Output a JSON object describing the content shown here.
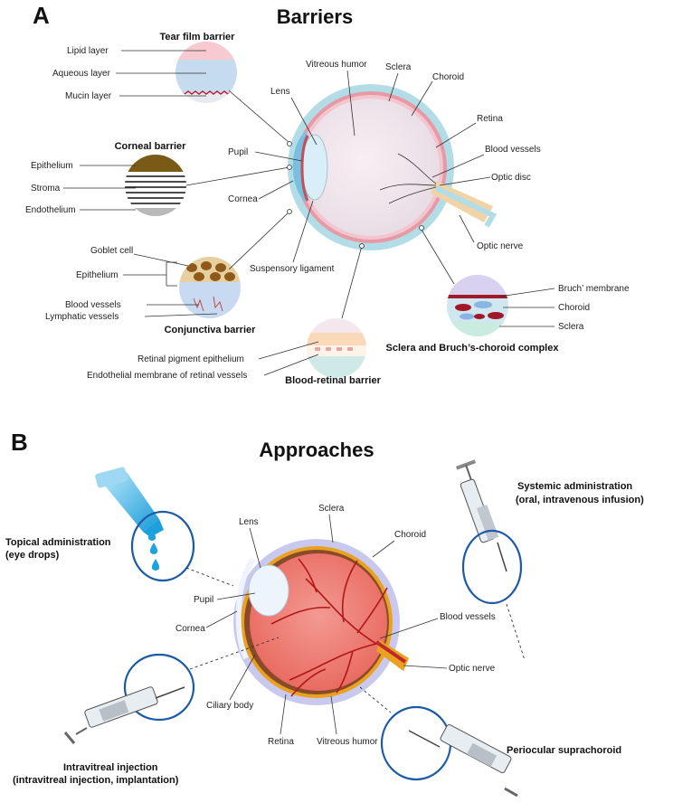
{
  "panel_a": {
    "letter": "A",
    "title": "Barriers",
    "tear_film": {
      "title": "Tear film barrier",
      "labels": [
        "Lipid layer",
        "Aqueous layer",
        "Mucin layer"
      ]
    },
    "corneal": {
      "title": "Corneal barrier",
      "labels": [
        "Epithelium",
        "Stroma",
        "Endothelium"
      ]
    },
    "conjunctiva": {
      "title": "Conjunctiva barrier",
      "labels": [
        "Goblet cell",
        "Epithelium",
        "Blood vessels",
        "Lymphatic vessels"
      ]
    },
    "blood_retinal": {
      "title": "Blood-retinal barrier",
      "labels": [
        "Retinal pigment epithelium",
        "Endothelial membrane of retinal vessels"
      ]
    },
    "sclera_complex": {
      "title": "Sclera and Bruch’s-choroid complex",
      "labels": [
        "Bruch’ membrane",
        "Choroid",
        "Sclera"
      ]
    },
    "eye_labels": [
      "Vitreous humor",
      "Sclera",
      "Choroid",
      "Lens",
      "Retina",
      "Pupil",
      "Blood vessels",
      "Optic disc",
      "Cornea",
      "Optic nerve",
      "Suspensory ligament"
    ]
  },
  "panel_b": {
    "letter": "B",
    "title": "Approaches",
    "topical": [
      "Topical administration",
      "(eye drops)"
    ],
    "systemic": [
      "Systemic administration",
      "(oral, intravenous infusion)"
    ],
    "intravitreal": [
      "Intravitreal injection",
      "(intravitreal injection, implantation)"
    ],
    "periocular": "Periocular suprachoroid",
    "eye_labels": [
      "Lens",
      "Sclera",
      "Choroid",
      "Pupil",
      "Cornea",
      "Blood vessels",
      "Optic nerve",
      "Ciliary body",
      "Retina",
      "Vitreous humor"
    ]
  }
}
